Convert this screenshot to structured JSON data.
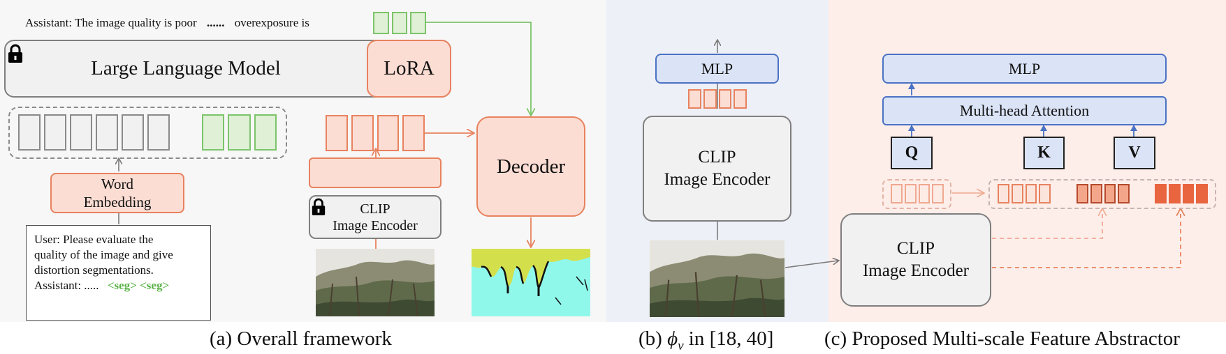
{
  "panel_a": {
    "assistant_top": "Assistant: The image quality is poor",
    "assistant_dots": "......",
    "assistant_tail": "overexposure is",
    "llm": "Large Language Model",
    "lora": "LoRA",
    "word_embedding_line1": "Word",
    "word_embedding_line2": "Embedding",
    "clip_line1": "CLIP",
    "clip_line2": "Image Encoder",
    "decoder": "Decoder",
    "user_line1": "User: Please evaluate the",
    "user_line2": "quality of the image and give",
    "user_line3": "distortion segmentations.",
    "user_line4_prefix": "Assistant: .....",
    "user_seg": "<seg> <seg>",
    "caption": "(a) Overall framework"
  },
  "panel_b": {
    "mlp": "MLP",
    "clip_line1": "CLIP",
    "clip_line2": "Image Encoder",
    "caption_prefix": "(b) ",
    "caption_phi": "ϕ",
    "caption_sub": "v",
    "caption_suffix": " in [18, 40]"
  },
  "panel_c": {
    "mlp": "MLP",
    "attention": "Multi-head Attention",
    "q": "Q",
    "k": "K",
    "v": "V",
    "clip_line1": "CLIP",
    "clip_line2": "Image Encoder",
    "caption": "(c) Proposed Multi-scale Feature Abstractor"
  },
  "colors": {
    "panel_a_bg": "#f7f7f7",
    "panel_b_bg": "#eef0f7",
    "panel_c_bg": "#fdeeea",
    "salmon_fill": "#fbddd3",
    "salmon_stroke": "#e8825f",
    "green_fill": "#dff0d6",
    "green_stroke": "#7cc46a",
    "blue_fill": "#dbe3f6",
    "blue_stroke": "#4a72c4",
    "gray_fill": "#f1f1f1",
    "gray_stroke": "#7f7f7f",
    "seg_green": "#5ab447",
    "mask_yellow": "#d3e04c",
    "mask_cyan": "#90f8ea"
  },
  "icons": [
    "lock-icon",
    "arrow-icon",
    "photo-thumbnail",
    "segmentation-mask"
  ]
}
